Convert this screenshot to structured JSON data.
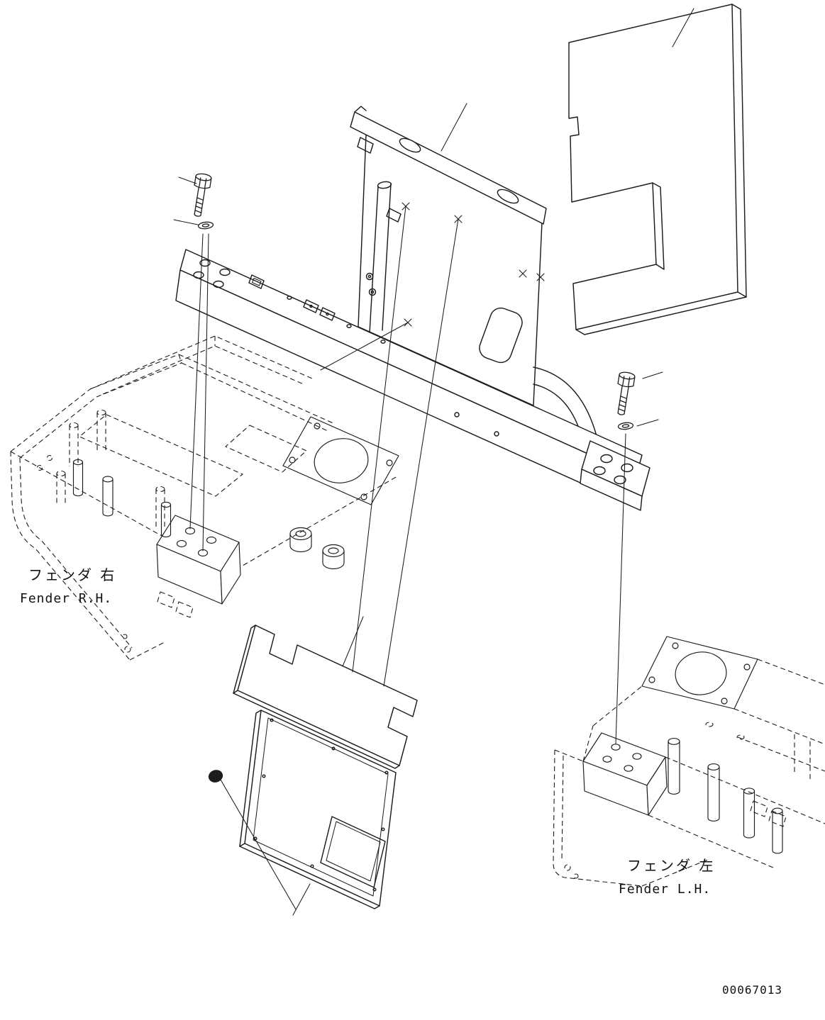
{
  "diagram": {
    "number": "00067013",
    "callouts": {
      "fender_right": {
        "jp": "フェンダ 右",
        "en": "Fender R.H."
      },
      "fender_left": {
        "jp": "フェンダ 左",
        "en": "Fender L.H."
      }
    },
    "colors": {
      "line": "#1c1c1c",
      "background": "#ffffff"
    }
  }
}
